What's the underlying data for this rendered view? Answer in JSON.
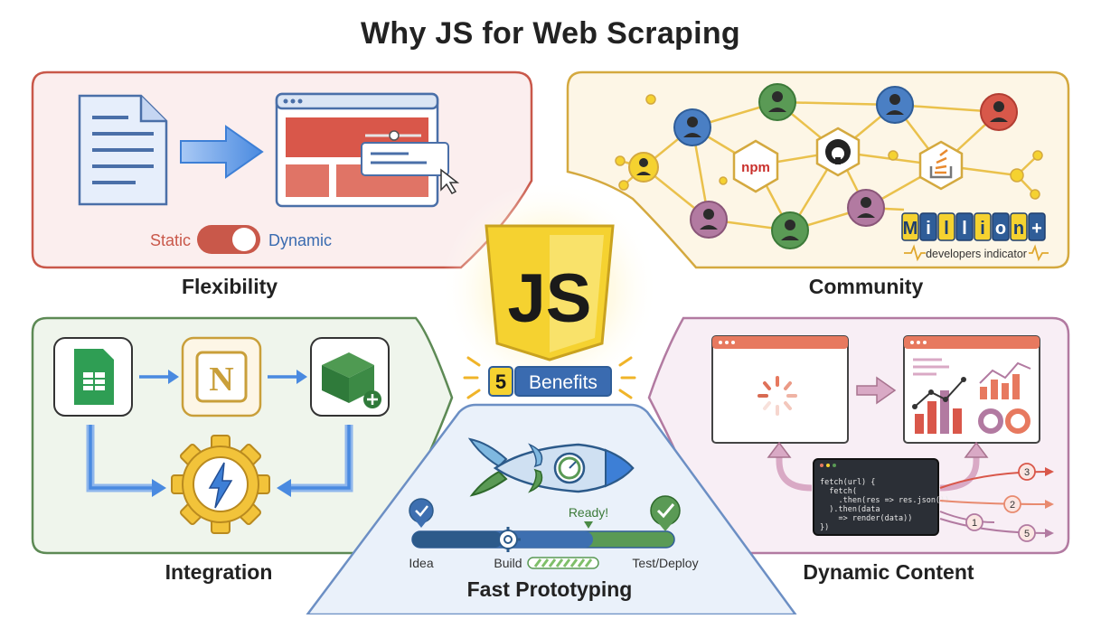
{
  "title": "Why JS for Web Scraping",
  "center": {
    "logo_text": "JS",
    "benefit_count": "5",
    "benefit_label": "Benefits"
  },
  "flexibility": {
    "caption": "Flexibility",
    "toggle_left": "Static",
    "toggle_right": "Dynamic"
  },
  "community": {
    "caption": "Community",
    "npm_label": "npm",
    "counter_letters": [
      "M",
      "i",
      "l",
      "l",
      "i",
      "o",
      "n",
      "+"
    ],
    "counter_caption": "developers indicator"
  },
  "integration": {
    "caption": "Integration"
  },
  "dynamic_content": {
    "caption": "Dynamic Content",
    "code_lines": [
      "fetch(url) {",
      "  fetch(",
      "    .then(res => res.json())",
      "  ).then(data",
      "    => render(data))",
      "})"
    ],
    "step_numbers": [
      "3",
      "2",
      "1",
      "5"
    ]
  },
  "prototyping": {
    "caption": "Fast Prototyping",
    "ready_label": "Ready!",
    "stages": [
      "Idea",
      "Build",
      "Test/Deploy"
    ]
  },
  "colors": {
    "flex_border": "#c9584a",
    "flex_fill": "#fbeeee",
    "community_border": "#d4a93f",
    "community_fill": "#fdf6e6",
    "integration_border": "#5d8a55",
    "integration_fill": "#eff5ec",
    "dynamic_border": "#b27aa1",
    "dynamic_fill": "#f8eef5",
    "proto_border": "#6c8fc4",
    "proto_fill": "#eaf1fa",
    "js_yellow": "#f5d230",
    "accent_blue": "#3d7fd6"
  }
}
